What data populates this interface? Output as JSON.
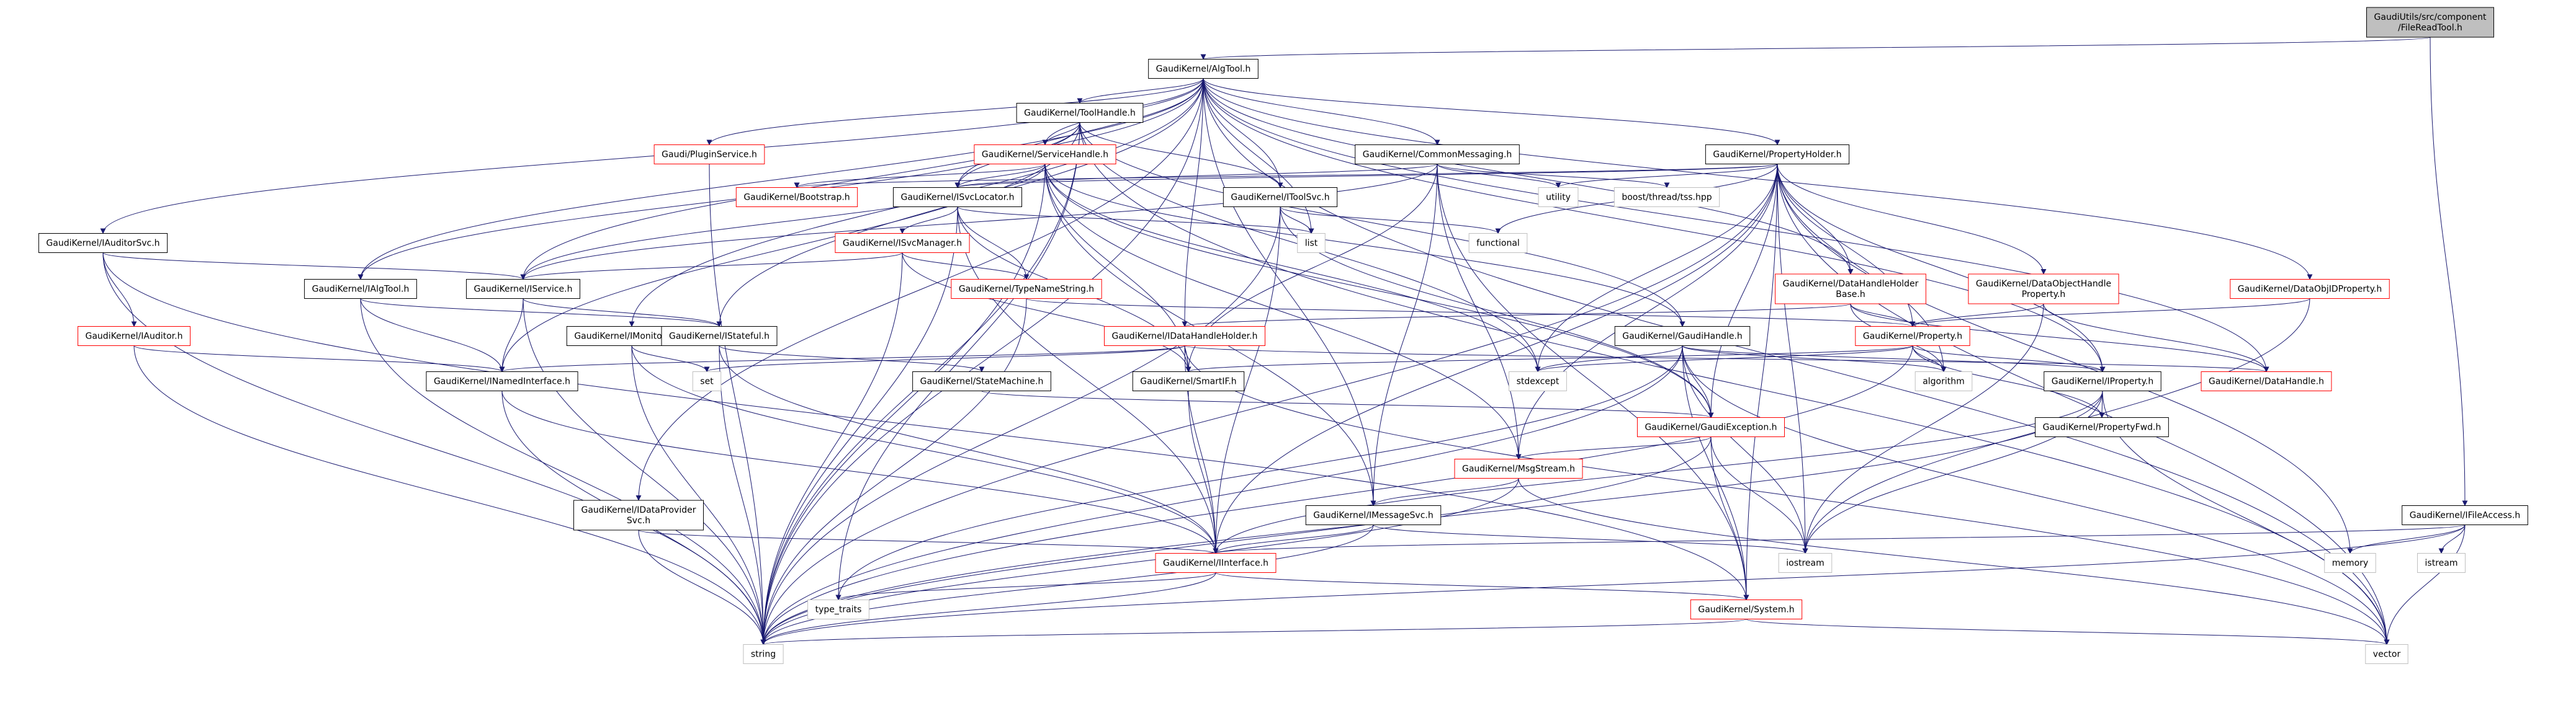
{
  "colors": {
    "edge": "#191970",
    "node_border": "#000000",
    "node_fill": "#ffffff",
    "root_fill": "#bfbfbf",
    "incomplete_border": "#ff0000",
    "plain_border": "#bfbfbf",
    "text": "#000000"
  },
  "nodes": [
    {
      "id": "root",
      "lines": [
        "GaudiUtils/src/component",
        "/FileReadTool.h"
      ],
      "style": "root"
    },
    {
      "id": "algtool",
      "lines": [
        "GaudiKernel/AlgTool.h"
      ],
      "style": "normal"
    },
    {
      "id": "toolhandle",
      "lines": [
        "GaudiKernel/ToolHandle.h"
      ],
      "style": "normal"
    },
    {
      "id": "pluginservice",
      "lines": [
        "Gaudi/PluginService.h"
      ],
      "style": "incomplete"
    },
    {
      "id": "servicehandle",
      "lines": [
        "GaudiKernel/ServiceHandle.h"
      ],
      "style": "incomplete"
    },
    {
      "id": "commonmessaging",
      "lines": [
        "GaudiKernel/CommonMessaging.h"
      ],
      "style": "normal"
    },
    {
      "id": "propertyholder",
      "lines": [
        "GaudiKernel/PropertyHolder.h"
      ],
      "style": "normal"
    },
    {
      "id": "bootstrap",
      "lines": [
        "GaudiKernel/Bootstrap.h"
      ],
      "style": "incomplete"
    },
    {
      "id": "isvclocator",
      "lines": [
        "GaudiKernel/ISvcLocator.h"
      ],
      "style": "normal"
    },
    {
      "id": "itoolsvc",
      "lines": [
        "GaudiKernel/IToolSvc.h"
      ],
      "style": "normal"
    },
    {
      "id": "utility",
      "lines": [
        "utility"
      ],
      "style": "plain"
    },
    {
      "id": "boostthread",
      "lines": [
        "boost/thread/tss.hpp"
      ],
      "style": "plain"
    },
    {
      "id": "iauditorsvc",
      "lines": [
        "GaudiKernel/IAuditorSvc.h"
      ],
      "style": "normal"
    },
    {
      "id": "list",
      "lines": [
        "list"
      ],
      "style": "plain"
    },
    {
      "id": "functional",
      "lines": [
        "functional"
      ],
      "style": "plain"
    },
    {
      "id": "isvcmanager",
      "lines": [
        "GaudiKernel/ISvcManager.h"
      ],
      "style": "incomplete"
    },
    {
      "id": "ialgtool",
      "lines": [
        "GaudiKernel/IAlgTool.h"
      ],
      "style": "normal"
    },
    {
      "id": "iservice",
      "lines": [
        "GaudiKernel/IService.h"
      ],
      "style": "normal"
    },
    {
      "id": "typenamestring",
      "lines": [
        "GaudiKernel/TypeNameString.h"
      ],
      "style": "incomplete"
    },
    {
      "id": "datahandleholderbase",
      "lines": [
        "GaudiKernel/DataHandleHolder",
        "Base.h"
      ],
      "style": "incomplete"
    },
    {
      "id": "dataobjecthandleproperty",
      "lines": [
        "GaudiKernel/DataObjectHandle",
        "Property.h"
      ],
      "style": "incomplete"
    },
    {
      "id": "dataobjidproperty",
      "lines": [
        "GaudiKernel/DataObjIDProperty.h"
      ],
      "style": "incomplete"
    },
    {
      "id": "iauditor",
      "lines": [
        "GaudiKernel/IAuditor.h"
      ],
      "style": "incomplete"
    },
    {
      "id": "imonitorsvc",
      "lines": [
        "GaudiKernel/IMonitorSvc.h"
      ],
      "style": "normal"
    },
    {
      "id": "istateful",
      "lines": [
        "GaudiKernel/IStateful.h"
      ],
      "style": "normal"
    },
    {
      "id": "idatahandleholder",
      "lines": [
        "GaudiKernel/IDataHandleHolder.h"
      ],
      "style": "incomplete"
    },
    {
      "id": "gaudihandle",
      "lines": [
        "GaudiKernel/GaudiHandle.h"
      ],
      "style": "normal"
    },
    {
      "id": "property",
      "lines": [
        "GaudiKernel/Property.h"
      ],
      "style": "incomplete"
    },
    {
      "id": "inamedinterface",
      "lines": [
        "GaudiKernel/INamedInterface.h"
      ],
      "style": "normal"
    },
    {
      "id": "set",
      "lines": [
        "set"
      ],
      "style": "plain"
    },
    {
      "id": "statemachine",
      "lines": [
        "GaudiKernel/StateMachine.h"
      ],
      "style": "normal"
    },
    {
      "id": "smartif",
      "lines": [
        "GaudiKernel/SmartIF.h"
      ],
      "style": "normal"
    },
    {
      "id": "stdexcept",
      "lines": [
        "stdexcept"
      ],
      "style": "plain"
    },
    {
      "id": "algorithm",
      "lines": [
        "algorithm"
      ],
      "style": "plain"
    },
    {
      "id": "iproperty",
      "lines": [
        "GaudiKernel/IProperty.h"
      ],
      "style": "normal"
    },
    {
      "id": "datahandle",
      "lines": [
        "GaudiKernel/DataHandle.h"
      ],
      "style": "incomplete"
    },
    {
      "id": "gaudiexception",
      "lines": [
        "GaudiKernel/GaudiException.h"
      ],
      "style": "incomplete"
    },
    {
      "id": "propertyfwd",
      "lines": [
        "GaudiKernel/PropertyFwd.h"
      ],
      "style": "normal"
    },
    {
      "id": "msgstream",
      "lines": [
        "GaudiKernel/MsgStream.h"
      ],
      "style": "incomplete"
    },
    {
      "id": "idataprovidersvc",
      "lines": [
        "GaudiKernel/IDataProvider",
        "Svc.h"
      ],
      "style": "normal"
    },
    {
      "id": "imessagesvc",
      "lines": [
        "GaudiKernel/IMessageSvc.h"
      ],
      "style": "normal"
    },
    {
      "id": "ifileaccess",
      "lines": [
        "GaudiKernel/IFileAccess.h"
      ],
      "style": "normal"
    },
    {
      "id": "iinterface",
      "lines": [
        "GaudiKernel/IInterface.h"
      ],
      "style": "incomplete"
    },
    {
      "id": "iostream",
      "lines": [
        "iostream"
      ],
      "style": "plain"
    },
    {
      "id": "memory",
      "lines": [
        "memory"
      ],
      "style": "plain"
    },
    {
      "id": "istream",
      "lines": [
        "istream"
      ],
      "style": "plain"
    },
    {
      "id": "typetraits",
      "lines": [
        "type_traits"
      ],
      "style": "plain"
    },
    {
      "id": "system",
      "lines": [
        "GaudiKernel/System.h"
      ],
      "style": "incomplete"
    },
    {
      "id": "string",
      "lines": [
        "string"
      ],
      "style": "plain"
    },
    {
      "id": "vector",
      "lines": [
        "vector"
      ],
      "style": "plain"
    }
  ],
  "edges": [
    [
      "root",
      "algtool"
    ],
    [
      "root",
      "ifileaccess"
    ],
    [
      "algtool",
      "toolhandle"
    ],
    [
      "algtool",
      "pluginservice"
    ],
    [
      "algtool",
      "servicehandle"
    ],
    [
      "algtool",
      "commonmessaging"
    ],
    [
      "algtool",
      "propertyholder"
    ],
    [
      "algtool",
      "isvclocator"
    ],
    [
      "algtool",
      "itoolsvc"
    ],
    [
      "algtool",
      "iauditorsvc"
    ],
    [
      "algtool",
      "list"
    ],
    [
      "algtool",
      "ialgtool"
    ],
    [
      "algtool",
      "iservice"
    ],
    [
      "algtool",
      "imonitorsvc"
    ],
    [
      "algtool",
      "istateful"
    ],
    [
      "algtool",
      "idatahandleholder"
    ],
    [
      "algtool",
      "datahandleholderbase"
    ],
    [
      "algtool",
      "dataobjidproperty"
    ],
    [
      "algtool",
      "iproperty"
    ],
    [
      "algtool",
      "datahandle"
    ],
    [
      "algtool",
      "idataprovidersvc"
    ],
    [
      "algtool",
      "imessagesvc"
    ],
    [
      "algtool",
      "string"
    ],
    [
      "algtool",
      "vector"
    ],
    [
      "toolhandle",
      "servicehandle"
    ],
    [
      "toolhandle",
      "isvclocator"
    ],
    [
      "toolhandle",
      "itoolsvc"
    ],
    [
      "toolhandle",
      "gaudihandle"
    ],
    [
      "toolhandle",
      "ialgtool"
    ],
    [
      "toolhandle",
      "stdexcept"
    ],
    [
      "toolhandle",
      "vector"
    ],
    [
      "toolhandle",
      "string"
    ],
    [
      "toolhandle",
      "typetraits"
    ],
    [
      "toolhandle",
      "inamedinterface"
    ],
    [
      "pluginservice",
      "string"
    ],
    [
      "servicehandle",
      "bootstrap"
    ],
    [
      "servicehandle",
      "isvclocator"
    ],
    [
      "servicehandle",
      "iservice"
    ],
    [
      "servicehandle",
      "gaudihandle"
    ],
    [
      "servicehandle",
      "smartif"
    ],
    [
      "servicehandle",
      "gaudiexception"
    ],
    [
      "servicehandle",
      "msgstream"
    ],
    [
      "servicehandle",
      "imessagesvc"
    ],
    [
      "servicehandle",
      "stdexcept"
    ],
    [
      "servicehandle",
      "string"
    ],
    [
      "commonmessaging",
      "msgstream"
    ],
    [
      "commonmessaging",
      "imessagesvc"
    ],
    [
      "commonmessaging",
      "isvclocator"
    ],
    [
      "commonmessaging",
      "utility"
    ],
    [
      "commonmessaging",
      "boostthread"
    ],
    [
      "commonmessaging",
      "system"
    ],
    [
      "commonmessaging",
      "smartif"
    ],
    [
      "commonmessaging",
      "iservice"
    ],
    [
      "propertyholder",
      "property"
    ],
    [
      "propertyholder",
      "iproperty"
    ],
    [
      "propertyholder",
      "gaudiexception"
    ],
    [
      "propertyholder",
      "datahandleholderbase"
    ],
    [
      "propertyholder",
      "dataobjecthandleproperty"
    ],
    [
      "propertyholder",
      "msgstream"
    ],
    [
      "propertyholder",
      "utility"
    ],
    [
      "propertyholder",
      "functional"
    ],
    [
      "propertyholder",
      "algorithm"
    ],
    [
      "propertyholder",
      "stdexcept"
    ],
    [
      "propertyholder",
      "iostream"
    ],
    [
      "propertyholder",
      "vector"
    ],
    [
      "propertyholder",
      "string"
    ],
    [
      "propertyholder",
      "memory"
    ],
    [
      "propertyholder",
      "isvclocator"
    ],
    [
      "propertyholder",
      "bootstrap"
    ],
    [
      "propertyholder",
      "iinterface"
    ],
    [
      "propertyholder",
      "system"
    ],
    [
      "isvclocator",
      "isvcmanager"
    ],
    [
      "isvclocator",
      "typenamestring"
    ],
    [
      "isvclocator",
      "smartif"
    ],
    [
      "isvclocator",
      "iinterface"
    ],
    [
      "isvclocator",
      "list"
    ],
    [
      "isvclocator",
      "string"
    ],
    [
      "itoolsvc",
      "functional"
    ],
    [
      "itoolsvc",
      "list"
    ],
    [
      "itoolsvc",
      "string"
    ],
    [
      "itoolsvc",
      "iinterface"
    ],
    [
      "itoolsvc",
      "gaudiexception"
    ],
    [
      "iauditorsvc",
      "iservice"
    ],
    [
      "iauditorsvc",
      "iauditor"
    ],
    [
      "iauditorsvc",
      "string"
    ],
    [
      "iauditorsvc",
      "system"
    ],
    [
      "isvcmanager",
      "iservice"
    ],
    [
      "isvcmanager",
      "typenamestring"
    ],
    [
      "isvcmanager",
      "smartif"
    ],
    [
      "isvcmanager",
      "string"
    ],
    [
      "ialgtool",
      "inamedinterface"
    ],
    [
      "ialgtool",
      "istateful"
    ],
    [
      "ialgtool",
      "string"
    ],
    [
      "iservice",
      "inamedinterface"
    ],
    [
      "iservice",
      "istateful"
    ],
    [
      "iservice",
      "string"
    ],
    [
      "typenamestring",
      "property"
    ],
    [
      "typenamestring",
      "string"
    ],
    [
      "datahandleholderbase",
      "idatahandleholder"
    ],
    [
      "datahandleholderbase",
      "property"
    ],
    [
      "datahandleholderbase",
      "datahandle"
    ],
    [
      "datahandleholderbase",
      "algorithm"
    ],
    [
      "dataobjecthandleproperty",
      "property"
    ],
    [
      "dataobjecthandleproperty",
      "datahandle"
    ],
    [
      "dataobjecthandleproperty",
      "iostream"
    ],
    [
      "dataobjidproperty",
      "property"
    ],
    [
      "dataobjidproperty",
      "iostream"
    ],
    [
      "iauditor",
      "inamedinterface"
    ],
    [
      "iauditor",
      "string"
    ],
    [
      "imonitorsvc",
      "set"
    ],
    [
      "imonitorsvc",
      "iinterface"
    ],
    [
      "imonitorsvc",
      "string"
    ],
    [
      "istateful",
      "statemachine"
    ],
    [
      "istateful",
      "iinterface"
    ],
    [
      "istateful",
      "string"
    ],
    [
      "idatahandleholder",
      "inamedinterface"
    ],
    [
      "idatahandleholder",
      "datahandle"
    ],
    [
      "idatahandleholder",
      "iinterface"
    ],
    [
      "idatahandleholder",
      "set"
    ],
    [
      "idatahandleholder",
      "vector"
    ],
    [
      "gaudihandle",
      "iproperty"
    ],
    [
      "gaudihandle",
      "gaudiexception"
    ],
    [
      "gaudihandle",
      "system"
    ],
    [
      "gaudihandle",
      "algorithm"
    ],
    [
      "gaudihandle",
      "iostream"
    ],
    [
      "gaudihandle",
      "stdexcept"
    ],
    [
      "gaudihandle",
      "string"
    ],
    [
      "gaudihandle",
      "typetraits"
    ],
    [
      "gaudihandle",
      "vector"
    ],
    [
      "property",
      "iproperty"
    ],
    [
      "property",
      "propertyfwd"
    ],
    [
      "property",
      "smartif"
    ],
    [
      "property",
      "stdexcept"
    ],
    [
      "property",
      "string"
    ],
    [
      "property",
      "algorithm"
    ],
    [
      "inamedinterface",
      "iinterface"
    ],
    [
      "inamedinterface",
      "string"
    ],
    [
      "statemachine",
      "gaudiexception"
    ],
    [
      "smartif",
      "iinterface"
    ],
    [
      "iproperty",
      "propertyfwd"
    ],
    [
      "iproperty",
      "iinterface"
    ],
    [
      "iproperty",
      "iostream"
    ],
    [
      "iproperty",
      "string"
    ],
    [
      "iproperty",
      "vector"
    ],
    [
      "gaudiexception",
      "msgstream"
    ],
    [
      "gaudiexception",
      "system"
    ],
    [
      "gaudiexception",
      "string"
    ],
    [
      "gaudiexception",
      "iostream"
    ],
    [
      "msgstream",
      "imessagesvc"
    ],
    [
      "msgstream",
      "string"
    ],
    [
      "msgstream",
      "vector"
    ],
    [
      "idataprovidersvc",
      "iinterface"
    ],
    [
      "idataprovidersvc",
      "string"
    ],
    [
      "imessagesvc",
      "iinterface"
    ],
    [
      "imessagesvc",
      "string"
    ],
    [
      "imessagesvc",
      "iostream"
    ],
    [
      "ifileaccess",
      "iinterface"
    ],
    [
      "ifileaccess",
      "memory"
    ],
    [
      "ifileaccess",
      "istream"
    ],
    [
      "ifileaccess",
      "string"
    ],
    [
      "ifileaccess",
      "vector"
    ],
    [
      "iinterface",
      "system"
    ],
    [
      "iinterface",
      "typetraits"
    ],
    [
      "iinterface",
      "string"
    ],
    [
      "system",
      "string"
    ],
    [
      "system",
      "vector"
    ]
  ]
}
